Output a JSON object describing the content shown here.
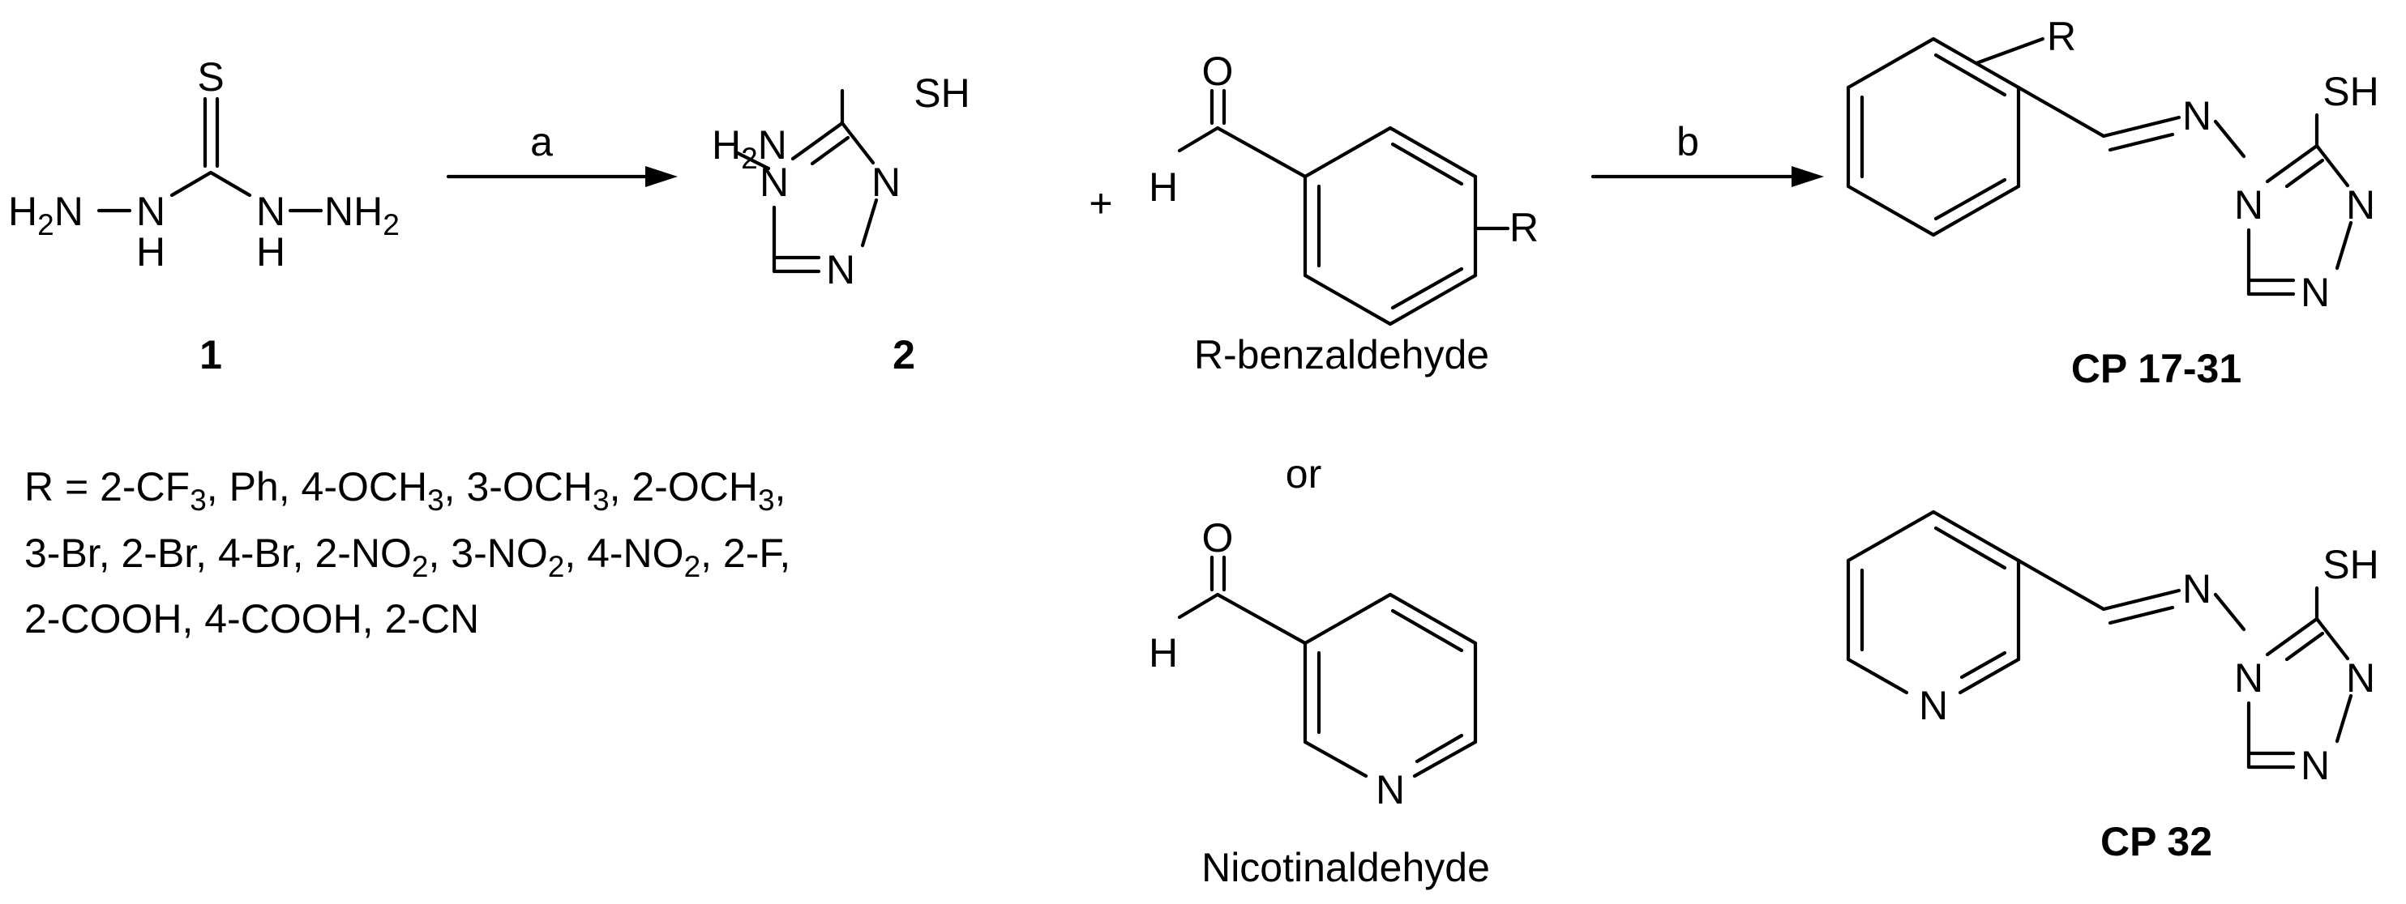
{
  "scheme": {
    "reagent_labels": {
      "step_a": "a",
      "step_b": "b"
    },
    "plus_sign": "+",
    "or_text": "or",
    "compounds": {
      "c1": "1",
      "c2": "2",
      "aldehyde1": "R-benzaldehyde",
      "aldehyde2": "Nicotinaldehyde",
      "product1": "CP 17-31",
      "product2": "CP 32"
    },
    "atoms": {
      "S": "S",
      "SH": "SH",
      "H": "H",
      "N": "N",
      "O": "O",
      "R": "R",
      "NH": "NH",
      "sub2": "2"
    },
    "substituent_note": [
      [
        "R = 2-CF",
        "3",
        ", Ph, 4-OCH",
        "3",
        ", 3-OCH",
        "3",
        ", 2-OCH",
        "3",
        ","
      ],
      [
        "3-Br, 2-Br, 4-Br, 2-NO",
        "2",
        ", 3-NO",
        "2",
        ", 4-NO",
        "2",
        ", 2-F,"
      ],
      [
        "2-COOH, 4-COOH, 2-CN"
      ]
    ]
  }
}
